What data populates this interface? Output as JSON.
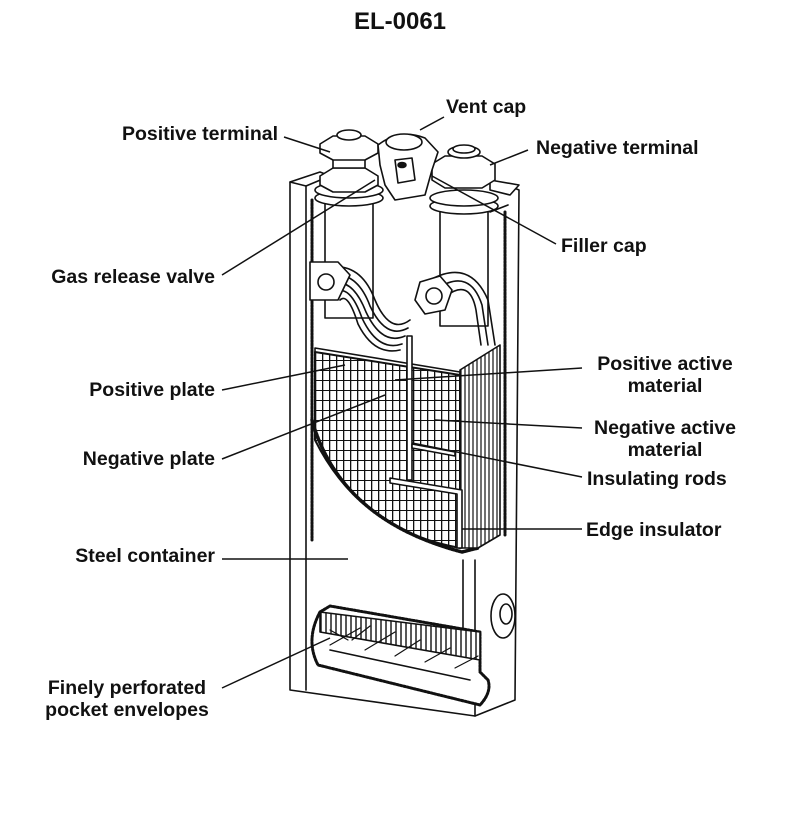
{
  "title": "EL-0061",
  "labels": {
    "positive_terminal": "Positive terminal",
    "vent_cap": "Vent cap",
    "negative_terminal": "Negative terminal",
    "filler_cap": "Filler cap",
    "gas_release_valve": "Gas release valve",
    "positive_plate": "Positive plate",
    "negative_plate": "Negative plate",
    "steel_container": "Steel container",
    "finely_perforated_line1": "Finely perforated",
    "finely_perforated_line2": "pocket envelopes",
    "positive_active_line1": "Positive active",
    "positive_active_line2": "material",
    "negative_active_line1": "Negative active",
    "negative_active_line2": "material",
    "insulating_rods": "Insulating rods",
    "edge_insulator": "Edge insulator"
  },
  "colors": {
    "ink": "#111111",
    "paper": "#ffffff"
  }
}
